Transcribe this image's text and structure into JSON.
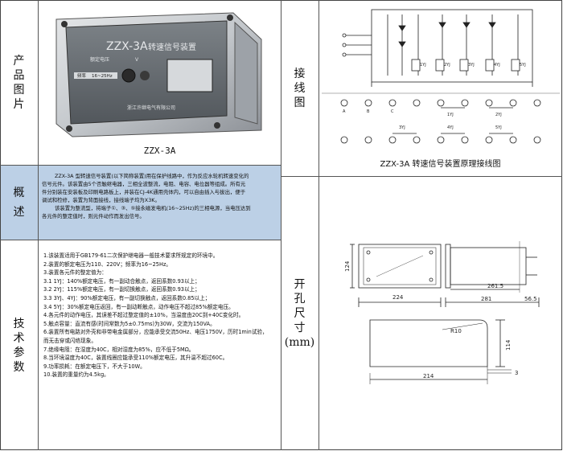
{
  "section_labels": {
    "product_image": [
      "产",
      "品",
      "图",
      "片"
    ],
    "overview": [
      "概",
      "述"
    ],
    "tech_params": [
      "技",
      "术",
      "参",
      "数"
    ],
    "wiring": [
      "接",
      "线",
      "图"
    ],
    "cutout": [
      "开",
      "孔",
      "尺",
      "寸",
      "(mm)"
    ]
  },
  "product": {
    "caption": "ZZX-3A",
    "panel_model": "ZZX-3A",
    "panel_name": "转速信号装置",
    "panel_sub_left": "额定电压",
    "panel_sub_right": "V",
    "panel_freq_left": "频率",
    "panel_freq_right": "16~25Hz",
    "panel_maker": "浙江许继电气有限公司"
  },
  "wiring": {
    "caption": "ZZX-3A 转速信号装置原理接线图",
    "relay_labels": [
      "1YJ",
      "2YJ",
      "3YJ",
      "4YJ",
      "5YJ"
    ],
    "terminal_labels": [
      "A",
      "B",
      "C",
      "1YJ",
      "2YJ",
      "3YJ",
      "4YJ",
      "5YJ"
    ]
  },
  "overview": {
    "lines": [
      "ZZX-3A 型转速信号装置(以下简称装置)用在保护线路中，作为反应水轮机转速变化的",
      "信号元件。该装置由5个否触继电器，三相全波整流，电阻、电容、电位器等组成。所有元",
      "件分别装在安装板及印刷电路板上，并装在CJ-4K通用壳体内，可以自由插入与拔出，便于",
      "调试和检修，装置为背面接线，接线端子均为X3K。",
      "该装置为整流型，将端子①、③、⑤接永磁发电机(16~25Hz)的三相电源，当电压达到",
      "各元件的整定值时，则元件动作而发出信号。"
    ]
  },
  "tech_params": {
    "lines": [
      "1.该装置适用于GB179-61二次保护继电器一般技术要求所规定的环境中。",
      "2.装置的额定电压为110、220V；频率为16~25Hz。",
      "3.装置各元件的整定值为：",
      "3.1   1YJ：140%额定电压，有一副动合触点，返回系数0.93以上；",
      "3.2   2YJ：115%额定电压，有一副切换触点，返回系数0.93以上；",
      "3.3   3YJ、4YJ：90%额定电压，有一副切换触点，返回系数0.85以上；",
      "3.4   5YJ：30%额定电压返回，有一副动断触点，动作电压不超过85%额定电压。",
      "4.各元件的动作电压，其误差不超过整定值的±10%，当温度由20C到+40C变化时。",
      "5.触点容量：直流有感(时间常数为5±0.75ms)为30W，交流为150VA。",
      "6.装置所有电路对外壳和非带电金属部分，应能承受交流50Hz、电压1750V，历时1min试验，",
      "   而无击穿或闪络现象。",
      "7.绝缘电阻：在湿度为40C，相对湿度为85%，应不低于5MΩ。",
      "8.当环境温度为40C，装置线圈应能承受110%额定电压，其升温不超过60C。",
      "9.功率损耗：在额定电压下，不大于10W。",
      "10.装置的重量约为4.5kg。"
    ]
  },
  "dimensions": {
    "front_height": "124",
    "front_width": "224",
    "side_depth_inner": "261.5",
    "side_depth_total": "281",
    "side_tail": "56.5",
    "cutout_radius": "R10",
    "cutout_height": "114",
    "cutout_width": "214",
    "cutout_gap": "3"
  }
}
